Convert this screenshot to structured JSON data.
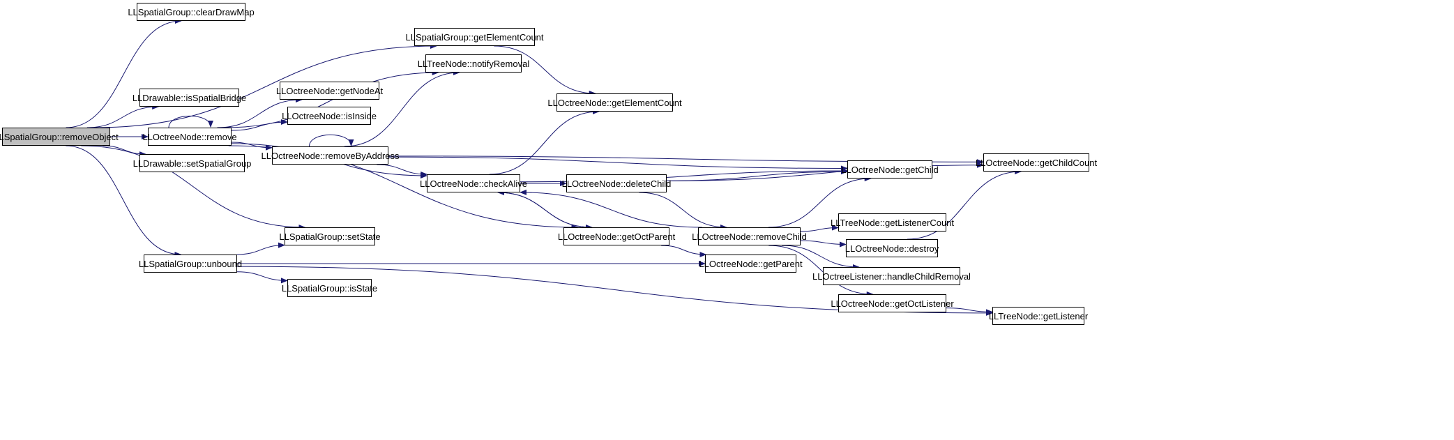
{
  "colors": {
    "edge": "#191970",
    "node_border": "#000000",
    "root_fill": "#bfbfbf",
    "node_fill": "#ffffff"
  },
  "nodes": [
    {
      "id": "removeObject",
      "label": "LLSpatialGroup::removeObject",
      "root": true
    },
    {
      "id": "clearDrawMap",
      "label": "LLSpatialGroup::clearDrawMap"
    },
    {
      "id": "sgGetElementCount",
      "label": "LLSpatialGroup::getElementCount"
    },
    {
      "id": "isSpatialBridge",
      "label": "LLDrawable::isSpatialBridge"
    },
    {
      "id": "remove",
      "label": "LLOctreeNode::remove"
    },
    {
      "id": "setSpatialGroup",
      "label": "LLDrawable::setSpatialGroup"
    },
    {
      "id": "unbound",
      "label": "LLSpatialGroup::unbound"
    },
    {
      "id": "notifyRemoval",
      "label": "LLTreeNode::notifyRemoval"
    },
    {
      "id": "getNodeAt",
      "label": "LLOctreeNode::getNodeAt"
    },
    {
      "id": "isInside",
      "label": "LLOctreeNode::isInside"
    },
    {
      "id": "removeByAddress",
      "label": "LLOctreeNode::removeByAddress"
    },
    {
      "id": "setState",
      "label": "LLSpatialGroup::setState"
    },
    {
      "id": "isState",
      "label": "LLSpatialGroup::isState"
    },
    {
      "id": "onGetElementCount",
      "label": "LLOctreeNode::getElementCount"
    },
    {
      "id": "checkAlive",
      "label": "LLOctreeNode::checkAlive"
    },
    {
      "id": "deleteChild",
      "label": "LLOctreeNode::deleteChild"
    },
    {
      "id": "getOctParent",
      "label": "LLOctreeNode::getOctParent"
    },
    {
      "id": "getParent",
      "label": "LLOctreeNode::getParent"
    },
    {
      "id": "removeChild",
      "label": "LLOctreeNode::removeChild"
    },
    {
      "id": "getChild",
      "label": "LLOctreeNode::getChild"
    },
    {
      "id": "getListenerCount",
      "label": "LLTreeNode::getListenerCount"
    },
    {
      "id": "destroy",
      "label": "LLOctreeNode::destroy"
    },
    {
      "id": "handleChildRemoval",
      "label": "LLOctreeListener::handleChildRemoval"
    },
    {
      "id": "getOctListener",
      "label": "LLOctreeNode::getOctListener"
    },
    {
      "id": "getChildCount",
      "label": "LLOctreeNode::getChildCount"
    },
    {
      "id": "getListener",
      "label": "LLTreeNode::getListener"
    }
  ],
  "edges": [
    {
      "from": "removeObject",
      "to": "clearDrawMap"
    },
    {
      "from": "removeObject",
      "to": "sgGetElementCount"
    },
    {
      "from": "removeObject",
      "to": "isSpatialBridge"
    },
    {
      "from": "removeObject",
      "to": "remove"
    },
    {
      "from": "removeObject",
      "to": "setSpatialGroup"
    },
    {
      "from": "removeObject",
      "to": "setState"
    },
    {
      "from": "removeObject",
      "to": "unbound"
    },
    {
      "from": "sgGetElementCount",
      "to": "onGetElementCount"
    },
    {
      "from": "remove",
      "to": "remove"
    },
    {
      "from": "remove",
      "to": "notifyRemoval"
    },
    {
      "from": "remove",
      "to": "getNodeAt"
    },
    {
      "from": "remove",
      "to": "isInside"
    },
    {
      "from": "remove",
      "to": "removeByAddress"
    },
    {
      "from": "remove",
      "to": "checkAlive"
    },
    {
      "from": "remove",
      "to": "getOctParent"
    },
    {
      "from": "removeByAddress",
      "to": "removeByAddress"
    },
    {
      "from": "removeByAddress",
      "to": "notifyRemoval"
    },
    {
      "from": "removeByAddress",
      "to": "getChildCount"
    },
    {
      "from": "removeByAddress",
      "to": "getChild"
    },
    {
      "from": "removeByAddress",
      "to": "checkAlive"
    },
    {
      "from": "checkAlive",
      "to": "onGetElementCount"
    },
    {
      "from": "checkAlive",
      "to": "getChild"
    },
    {
      "from": "checkAlive",
      "to": "deleteChild"
    },
    {
      "from": "checkAlive",
      "to": "getOctParent"
    },
    {
      "from": "deleteChild",
      "to": "getChild"
    },
    {
      "from": "deleteChild",
      "to": "getChildCount"
    },
    {
      "from": "deleteChild",
      "to": "removeChild"
    },
    {
      "from": "getOctParent",
      "to": "checkAlive"
    },
    {
      "from": "getOctParent",
      "to": "getParent"
    },
    {
      "from": "removeChild",
      "to": "checkAlive"
    },
    {
      "from": "removeChild",
      "to": "getChild"
    },
    {
      "from": "removeChild",
      "to": "getListenerCount"
    },
    {
      "from": "removeChild",
      "to": "destroy"
    },
    {
      "from": "removeChild",
      "to": "handleChildRemoval"
    },
    {
      "from": "removeChild",
      "to": "getOctListener"
    },
    {
      "from": "destroy",
      "to": "getChildCount"
    },
    {
      "from": "getOctListener",
      "to": "getListener"
    },
    {
      "from": "unbound",
      "to": "setState"
    },
    {
      "from": "unbound",
      "to": "isState"
    },
    {
      "from": "unbound",
      "to": "getParent"
    },
    {
      "from": "unbound",
      "to": "getListener"
    }
  ]
}
